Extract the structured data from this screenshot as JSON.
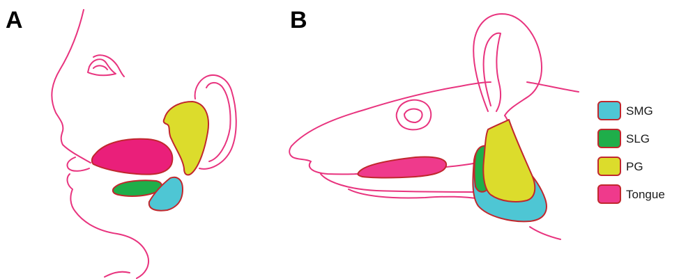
{
  "panels": {
    "a": {
      "letter": "A"
    },
    "b": {
      "letter": "B"
    }
  },
  "legend": [
    {
      "key": "smg",
      "label": "SMG",
      "color": "#4ec6d4"
    },
    {
      "key": "slg",
      "label": "SLG",
      "color": "#1fae4a"
    },
    {
      "key": "pg",
      "label": "PG",
      "color": "#dcdc2c"
    },
    {
      "key": "tongue",
      "label": "Tongue",
      "color": "#ef3a8c"
    }
  ],
  "colors": {
    "outline": "#e8337e",
    "gland_border": "#c1272d",
    "tongue_human": "#ea1f7a",
    "tongue_rat": "#ef3a8c"
  }
}
